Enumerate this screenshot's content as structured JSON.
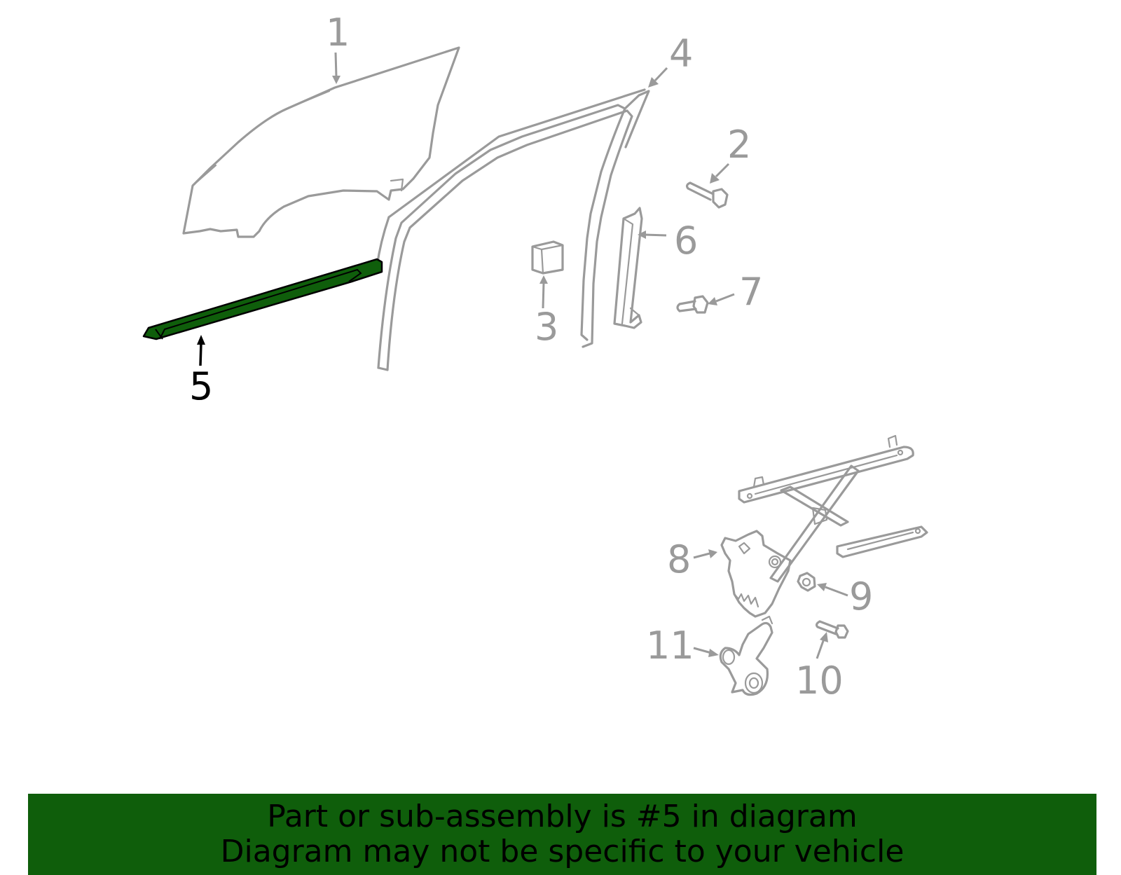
{
  "diagram": {
    "highlight_color": "#0f5e0b",
    "line_color": "#9a9a9a",
    "callouts": {
      "c1": "1",
      "c2": "2",
      "c3": "3",
      "c4": "4",
      "c5": "5",
      "c6": "6",
      "c7": "7",
      "c8": "8",
      "c9": "9",
      "c10": "10",
      "c11": "11"
    },
    "highlighted_part": "5"
  },
  "banner": {
    "line1": "Part or sub-assembly is #5 in diagram",
    "line2": "Diagram may not be specific to your vehicle"
  }
}
